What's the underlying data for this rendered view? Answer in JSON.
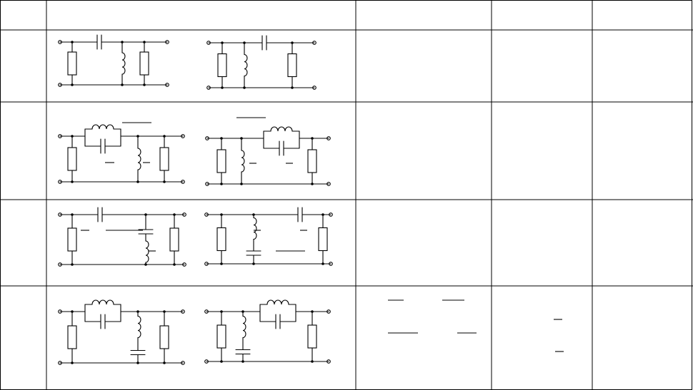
{
  "table": {
    "columns": [
      "",
      "",
      "",
      "",
      ""
    ],
    "rows": [
      {
        "label": "",
        "notes": [
          "",
          "",
          ""
        ]
      },
      {
        "label": "",
        "notes": [
          "",
          "",
          ""
        ]
      },
      {
        "label": "",
        "notes": [
          "",
          "",
          ""
        ]
      },
      {
        "label": "",
        "notes": [
          "",
          "",
          ""
        ]
      }
    ]
  },
  "circuits": [
    {
      "row": 1,
      "variant": "a",
      "type": "series-C, shunt-L, shunt-R"
    },
    {
      "row": 1,
      "variant": "b",
      "type": "shunt-L, series-C, shunt-R"
    },
    {
      "row": 2,
      "variant": "a",
      "type": "series LC tank, shunt-L, shunt-R"
    },
    {
      "row": 2,
      "variant": "b",
      "type": "shunt-L, series LC tank, shunt-R"
    },
    {
      "row": 3,
      "variant": "a",
      "type": "series-C, shunt series L-C, shunt-R"
    },
    {
      "row": 3,
      "variant": "b",
      "type": "shunt series L-C, series-C, shunt-R"
    },
    {
      "row": 4,
      "variant": "a",
      "type": "series LC tank, shunt series L-C, shunt-R"
    },
    {
      "row": 4,
      "variant": "b",
      "type": "shunt series L-C, series LC tank, shunt-R"
    }
  ],
  "colors": {
    "line": "#000000",
    "background": "#ffffff"
  }
}
